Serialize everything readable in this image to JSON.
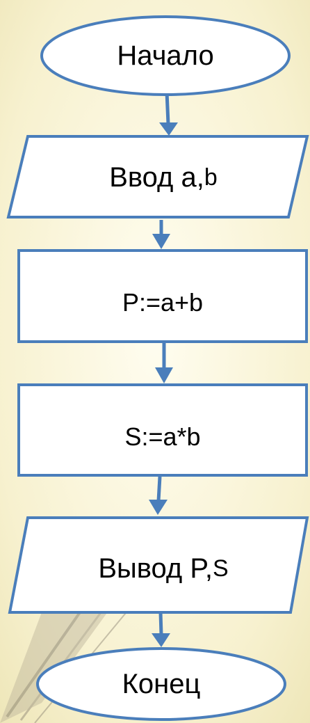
{
  "flowchart": {
    "start": {
      "text": "Начало"
    },
    "input": {
      "text_main": "Ввод a,",
      "text_var": "b"
    },
    "process1": {
      "text": "P:=a+b"
    },
    "process2": {
      "text": "S:=a*b"
    },
    "output": {
      "text_main": "Вывод P,",
      "text_var": "S"
    },
    "end": {
      "text": "Конец"
    }
  },
  "colors": {
    "background": "#fbf8e6",
    "shape_fill": "#ffffff",
    "shape_stroke": "#4a7ebb",
    "arrow": "#4a7ebb",
    "text": "#000000"
  }
}
